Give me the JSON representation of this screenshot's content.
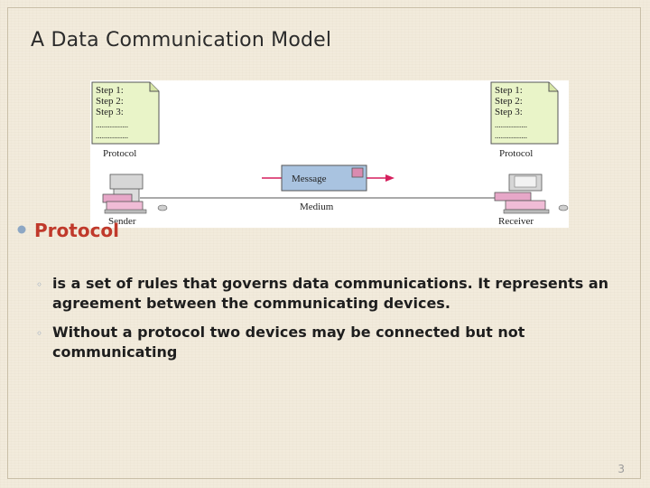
{
  "slide": {
    "title": "A Data Communication Model",
    "page_number": "3"
  },
  "diagram": {
    "left_steps": [
      "Step 1:",
      "Step 2:",
      "Step 3:",
      "................",
      "................"
    ],
    "right_steps": [
      "Step 1:",
      "Step 2:",
      "Step 3:",
      "................",
      "................"
    ],
    "left_protocol_label": "Protocol",
    "right_protocol_label": "Protocol",
    "message_label": "Message",
    "medium_label": "Medium",
    "sender_label": "Sender",
    "receiver_label": "Receiver"
  },
  "content": {
    "heading": "Protocol",
    "points": [
      "is a set of rules that governs data communications. It represents an agreement between the communicating devices.",
      "Without a protocol two devices may be connected but not communicating"
    ]
  },
  "colors": {
    "heading": "#c0392b",
    "doc_fill": "#e9f4c8",
    "message_fill": "#a9c3e0",
    "message_box": "#d98bb0",
    "arrow": "#d61f5d",
    "sub_bullet": "#7d94b5"
  }
}
